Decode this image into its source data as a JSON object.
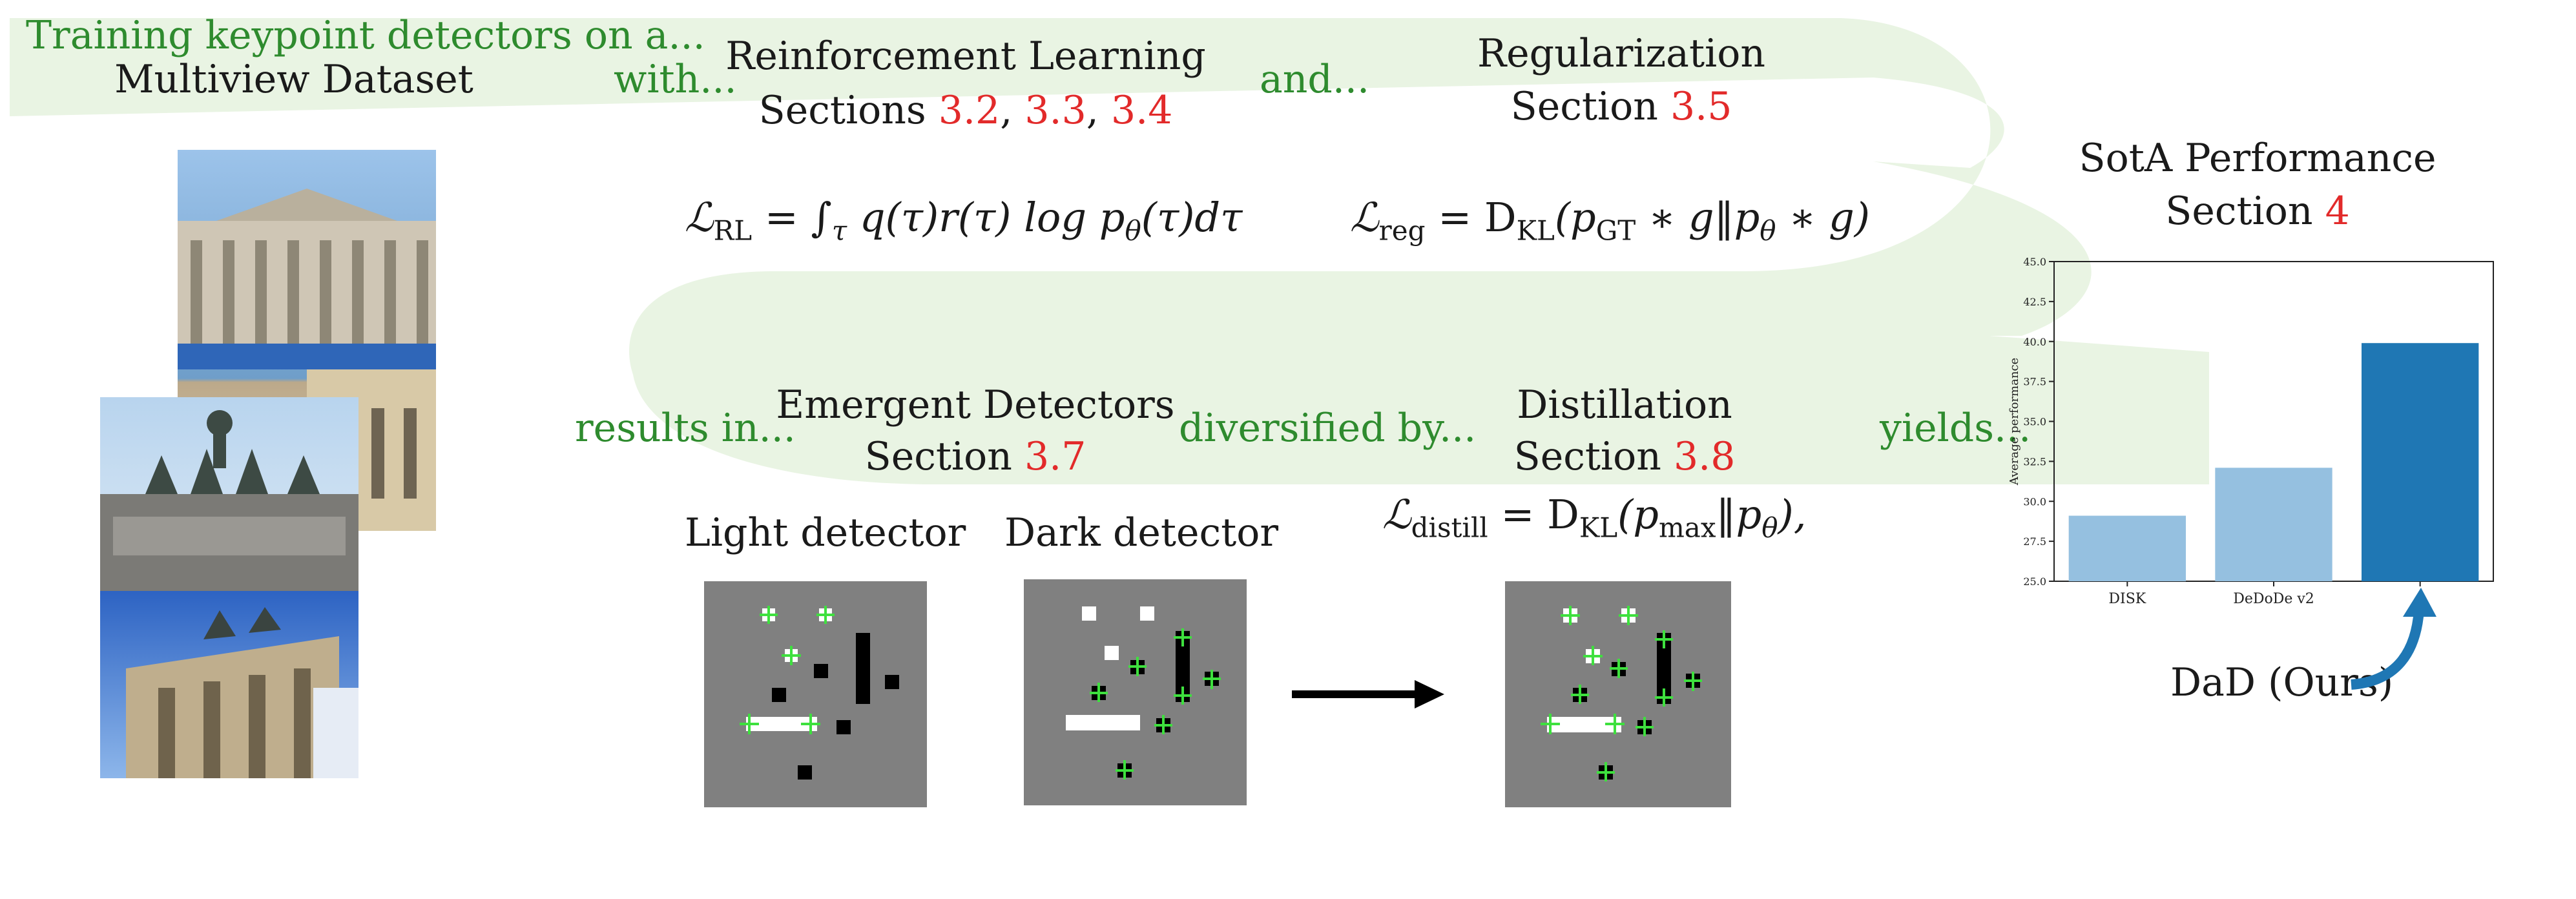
{
  "intro": {
    "training": "Training keypoint detectors on a...",
    "dataset": "Multiview Dataset",
    "with": "with...",
    "and": "and...",
    "results_in": "results in...",
    "diversified_by": "diversified by...",
    "yields": "yields..."
  },
  "rl": {
    "title": "Reinforcement Learning",
    "sections_prefix": "Sections ",
    "s1": "3.2",
    "sep1": ", ",
    "s2": "3.3",
    "sep2": ", ",
    "s3": "3.4"
  },
  "reg": {
    "title": "Regularization",
    "section_prefix": "Section ",
    "s": "3.5"
  },
  "emergent": {
    "title": "Emergent Detectors",
    "section_prefix": "Section ",
    "s": "3.7"
  },
  "distill": {
    "title": "Distillation",
    "section_prefix": "Section ",
    "s": "3.8"
  },
  "sota": {
    "title": "SotA Performance",
    "section_prefix": "Section ",
    "s": "4"
  },
  "formulas": {
    "rl_lhs": "ℒ",
    "rl_sub": "RL",
    "rl_rhs": "= ∫",
    "rl_int_sub": "τ",
    "rl_body": " q(τ)r(τ) log p",
    "rl_theta": "θ",
    "rl_end": "(τ)dτ",
    "reg_lhs": "ℒ",
    "reg_sub": "reg",
    "reg_rhs": "= D",
    "reg_kl": "KL",
    "reg_body1": "(p",
    "reg_gt": "GT",
    "reg_body2": " ∗ g‖p",
    "reg_theta": "θ",
    "reg_body3": " ∗ g)",
    "distill_lhs": "ℒ",
    "distill_sub": "distill",
    "distill_rhs": "= D",
    "distill_kl": "KL",
    "distill_body1": "(p",
    "distill_max": "max",
    "distill_body2": "‖p",
    "distill_theta": "θ",
    "distill_body3": "),"
  },
  "detectors": {
    "light": "Light detector",
    "dark": "Dark detector"
  },
  "dad_label": "DaD (Ours)",
  "colors": {
    "green": "#2e8b2e",
    "red": "#e22a2a",
    "arrow_bg": "#e9f4e3",
    "bar_light": "#95c0e0",
    "bar_dark": "#1f77b4",
    "curve_arrow": "#1f77b4"
  },
  "chart_data": {
    "type": "bar",
    "categories": [
      "DISK",
      "DeDoDe v2",
      ""
    ],
    "values": [
      29.1,
      32.1,
      39.9
    ],
    "ylabel": "Average performance",
    "ylim": [
      25.0,
      45.0
    ],
    "yticks": [
      "25.0",
      "27.5",
      "30.0",
      "32.5",
      "35.0",
      "37.5",
      "40.0",
      "42.5",
      "45.0"
    ],
    "grid": false
  }
}
